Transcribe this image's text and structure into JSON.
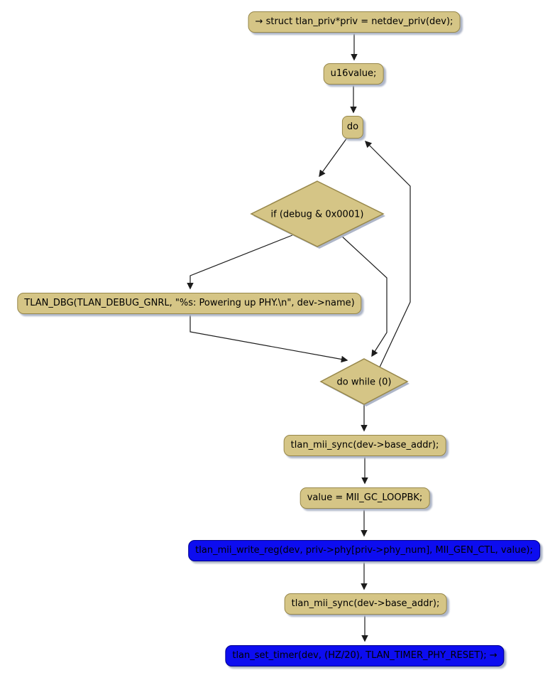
{
  "diagram": {
    "type": "activity-flowchart",
    "colors": {
      "background": "#FFFFFF",
      "node_fill": "#D5C586",
      "node_border": "#97874A",
      "highlight_fill": "#0D0DF0",
      "highlight_border": "#00008B",
      "shadow": "#AEB6C8",
      "connector": "#1C1C1C",
      "text": "#000000"
    },
    "nodes": {
      "start": "→ struct tlan_priv*priv = netdev_priv(dev);",
      "u16": "u16value;",
      "do_label": "do",
      "if_cond": "if (debug & 0x0001)",
      "dbg": "TLAN_DBG(TLAN_DEBUG_GNRL, \"%s: Powering up PHY.\\n\", dev->name)",
      "do_while": "do while (0)",
      "mii_sync_1": "tlan_mii_sync(dev->base_addr);",
      "value_assign": "value = MII_GC_LOOPBK;",
      "mii_write": "tlan_mii_write_reg(dev, priv->phy[priv->phy_num], MII_GEN_CTL, value);",
      "mii_sync_2": "tlan_mii_sync(dev->base_addr);",
      "set_timer": "tlan_set_timer(dev, (HZ/20), TLAN_TIMER_PHY_RESET); →"
    },
    "edges": [
      "start -> u16",
      "u16 -> do",
      "do -> if_cond",
      "if_cond -true-> dbg",
      "if_cond -false-> do_while",
      "dbg -> do_while",
      "do_while -loop-> do",
      "do_while -> mii_sync_1",
      "mii_sync_1 -> value_assign",
      "value_assign -> mii_write",
      "mii_write -> mii_sync_2",
      "mii_sync_2 -> set_timer"
    ]
  }
}
